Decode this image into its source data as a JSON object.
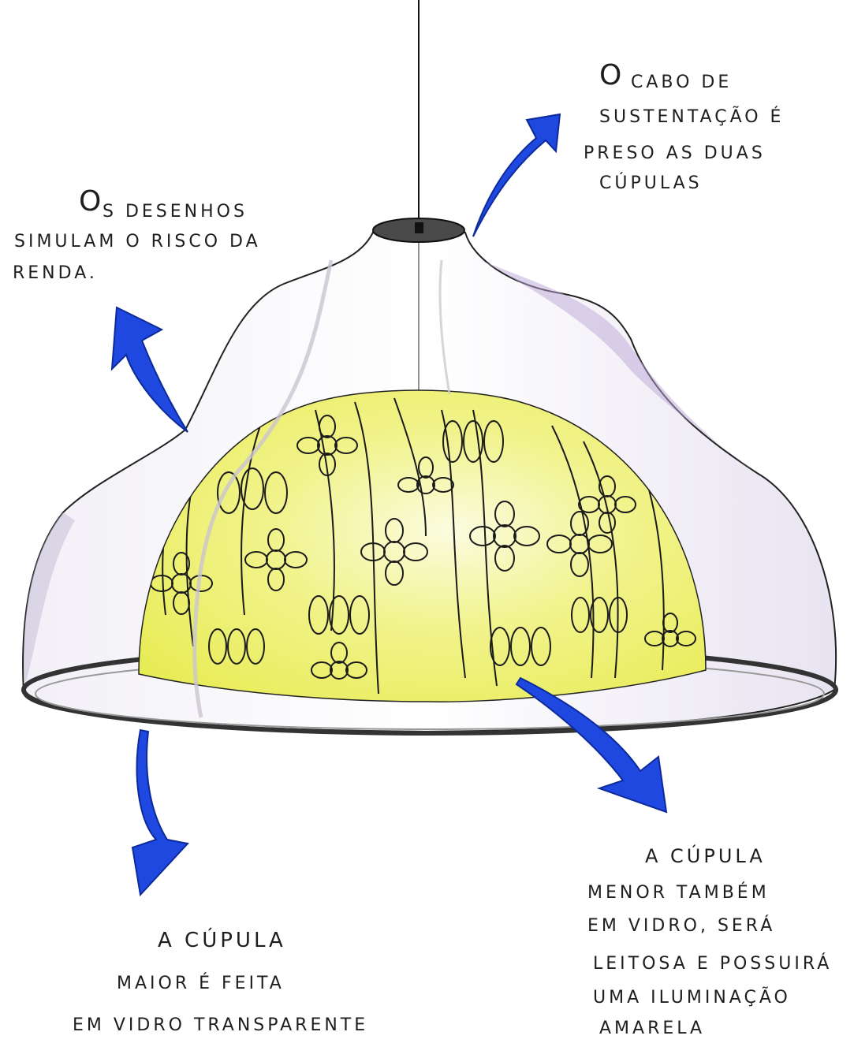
{
  "colors": {
    "ink": "#1e1e1e",
    "arrow_blue": "#1e48e0",
    "inner_dome_yellow": "#eef07a",
    "outer_dome_tint": "#c9c0dc"
  },
  "annotations": {
    "cable": {
      "first_letter": "O",
      "line1_rest": "CABO DE",
      "line2": "SUSTENTAÇÃO É",
      "line3": "PRESO AS DUAS",
      "line4": "CÚPULAS"
    },
    "drawings": {
      "first_letter": "O",
      "line1_rest": "S DESENHOS",
      "line2": "SIMULAM O RISCO DA",
      "line3": "RENDA."
    },
    "outer_dome": {
      "line1": "A CÚPULA",
      "line2": "MAIOR É FEITA",
      "line3": "EM VIDRO TRANSPARENTE"
    },
    "inner_dome": {
      "line1": "A CÚPULA",
      "line2": "MENOR TAMBÉM",
      "line3": "EM VIDRO, SERÁ",
      "line4": "LEITOSA E POSSUIRÁ",
      "line5": "UMA ILUMINAÇÃO",
      "line6": "AMARELA"
    }
  }
}
